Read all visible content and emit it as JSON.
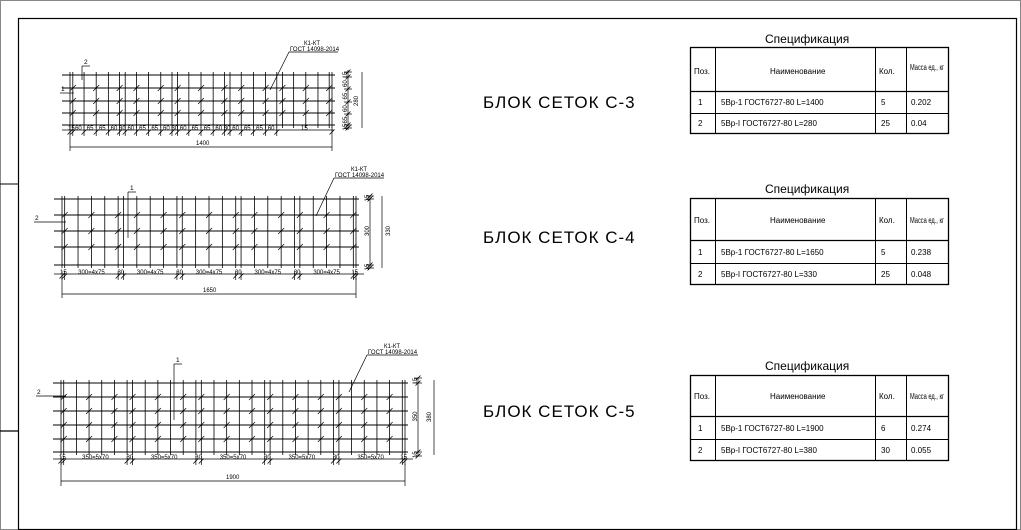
{
  "blocks": [
    {
      "id": "c3",
      "title": "БЛОК СЕТОК С-3",
      "spec": {
        "title": "Спецификация",
        "headers": [
          "Поз.",
          "Наименование",
          "Кол.",
          "Масса ед., кг"
        ],
        "rows": [
          [
            "1",
            "5Вр-1 ГОСТ6727-80  L=1400",
            "5",
            "0.202"
          ],
          [
            "2",
            "5Вр-I ГОСТ6727-80  L=280",
            "25",
            "0.04"
          ]
        ]
      },
      "drawing": {
        "callout_line1": "К1-КТ",
        "callout_line2": "ГОСТ 14098-2014",
        "pos1": "1",
        "pos2": "2",
        "bottom_dims": [
          "15",
          "60",
          "65",
          "65",
          "60",
          "30",
          "60",
          "65",
          "65",
          "60",
          "30",
          "60",
          "65",
          "65",
          "60",
          "30",
          "60",
          "65",
          "65",
          "60",
          "15"
        ],
        "total_length": "1400",
        "right_dims": [
          "15",
          "60",
          "65",
          "60",
          "65",
          "15"
        ],
        "total_height": "280"
      }
    },
    {
      "id": "c4",
      "title": "БЛОК СЕТОК С-4",
      "spec": {
        "title": "Спецификация",
        "headers": [
          "Поз.",
          "Наименование",
          "Кол.",
          "Масса ед., кг"
        ],
        "rows": [
          [
            "1",
            "5Вр-1 ГОСТ6727-80  L=1650",
            "5",
            "0.238"
          ],
          [
            "2",
            "5Вр-I ГОСТ6727-80  L=330",
            "25",
            "0.048"
          ]
        ]
      },
      "drawing": {
        "callout_line1": "К1-КТ",
        "callout_line2": "ГОСТ 14098-2014",
        "pos1": "1",
        "pos2": "2",
        "bottom_dims": [
          "15",
          "300=4х75",
          "30",
          "300=4х75",
          "30",
          "300=4х75",
          "30",
          "300=4х75",
          "30",
          "300=4х75",
          "15"
        ],
        "total_length": "1650",
        "right_dims": [
          "15",
          "300",
          "15"
        ],
        "total_height": "330"
      }
    },
    {
      "id": "c5",
      "title": "БЛОК СЕТОК С-5",
      "spec": {
        "title": "Спецификация",
        "headers": [
          "Поз.",
          "Наименование",
          "Кол.",
          "Масса ед., кг"
        ],
        "rows": [
          [
            "1",
            "5Вр-1 ГОСТ6727-80  L=1900",
            "6",
            "0.274"
          ],
          [
            "2",
            "5Вр-I ГОСТ6727-80  L=380",
            "30",
            "0.055"
          ]
        ]
      },
      "drawing": {
        "callout_line1": "К1-КТ",
        "callout_line2": "ГОСТ 14098-2014",
        "pos1": "1",
        "pos2": "2",
        "bottom_dims": [
          "15",
          "350=5х70",
          "30",
          "350=5х70",
          "30",
          "350=5х70",
          "30",
          "350=5х70",
          "30",
          "350=5х70",
          "15"
        ],
        "total_length": "1900",
        "right_dims": [
          "15",
          "350",
          "15"
        ],
        "total_height": "380"
      }
    }
  ]
}
